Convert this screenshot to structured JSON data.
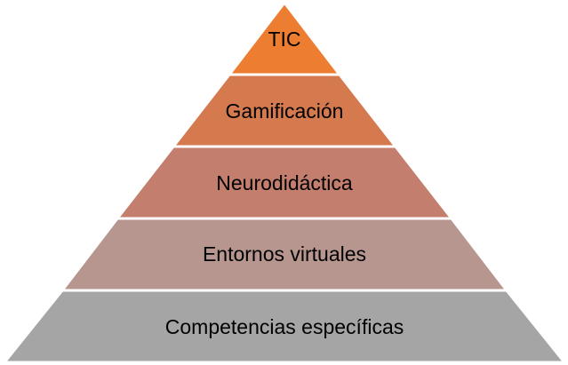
{
  "pyramid": {
    "layers": [
      {
        "label": "TIC",
        "color": "#ED7D31"
      },
      {
        "label": "Gamificación",
        "color": "#D5794F"
      },
      {
        "label": "Neurodidáctica",
        "color": "#C47E6E"
      },
      {
        "label": "Entornos virtuales",
        "color": "#B79690"
      },
      {
        "label": "Competencias específicas",
        "color": "#A5A5A5"
      }
    ]
  }
}
